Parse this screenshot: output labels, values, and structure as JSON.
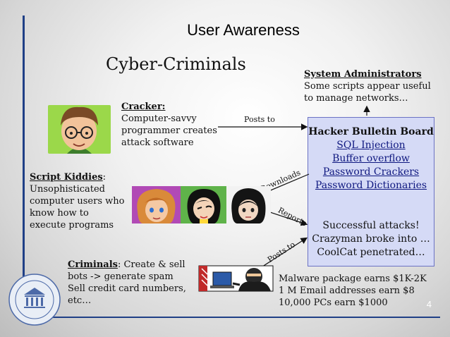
{
  "slide": {
    "title": "User Awareness",
    "subtitle": "Cyber-Criminals",
    "page_number": "4"
  },
  "system_admins": {
    "heading": "System Administrators",
    "lines": [
      "Some scripts appear useful",
      "to manage networks…"
    ]
  },
  "cracker": {
    "heading": "Cracker:",
    "lines": [
      "Computer-savvy",
      "programmer creates",
      "attack software"
    ]
  },
  "script_kiddies": {
    "heading": "Script Kiddies",
    "suffix": ":",
    "lines": [
      "Unsophisticated",
      "computer users who",
      "know how to",
      "execute programs"
    ]
  },
  "criminals": {
    "heading": "Criminals",
    "suffix": ": Create & sell",
    "lines": [
      "bots -> generate spam",
      "Sell credit card numbers,",
      "etc…"
    ]
  },
  "board": {
    "title": "Hacker Bulletin Board",
    "links": [
      "SQL Injection",
      "Buffer overflow",
      "Password Crackers",
      "Password Dictionaries"
    ],
    "news": [
      "Successful attacks!",
      "Crazyman broke into …",
      "CoolCat penetrated…"
    ]
  },
  "edges": {
    "posts_to_1": "Posts to",
    "downloads": "Downloads",
    "reports": "Reports",
    "posts_to_2": "Posts to"
  },
  "earnings": {
    "lines": [
      "Malware package earns $1K-2K",
      "1 M Email addresses earn $8",
      "10,000 PCs earn $1000"
    ]
  },
  "colors": {
    "accent": "#1f3f86",
    "board_fill": "#d5daf6",
    "link": "#0f1880"
  },
  "icons": {
    "cracker": "nerd-face-icon",
    "kiddies": [
      "girl-face-icon",
      "winking-girl-face-icon",
      "dark-haired-face-icon"
    ],
    "criminal": "hacker-at-computer-icon",
    "logo": "university-seal-icon"
  }
}
